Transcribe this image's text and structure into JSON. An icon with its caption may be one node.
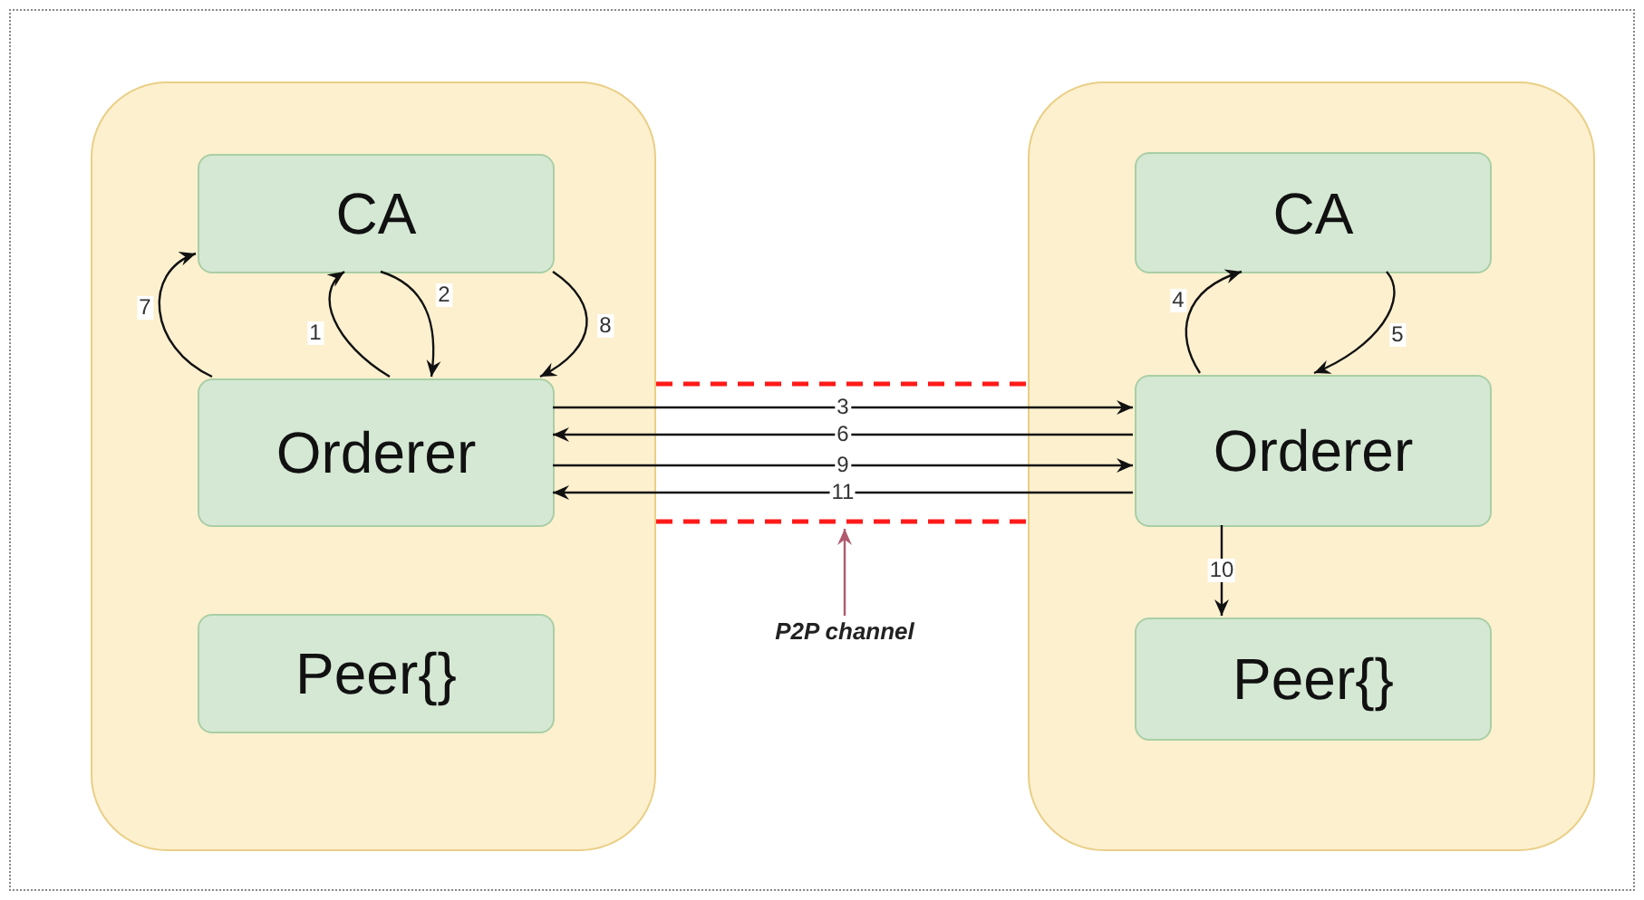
{
  "diagram": {
    "nodes": [
      {
        "text": [],
        "shape": "box"
      },
      {
        "text": [
          "CA"
        ],
        "in": 0
      },
      {
        "text": [
          "Orderer"
        ],
        "in": 0
      },
      {
        "text": [
          "Peer{}"
        ],
        "in": 0
      },
      {
        "text": [],
        "shape": "box"
      },
      {
        "text": [
          "CA"
        ],
        "in": 4
      },
      {
        "text": [
          "Orderer"
        ],
        "in": 4
      },
      {
        "text": [
          "Peer{}"
        ],
        "in": 4
      },
      {
        "text": [
          "P2P channel"
        ]
      }
    ],
    "edges": [
      {
        "from": 2,
        "to": 1,
        "arrow": "to",
        "label": "1"
      },
      {
        "from": 1,
        "to": 2,
        "arrow": "to",
        "label": "2"
      },
      {
        "from": 2,
        "to": 6,
        "arrow": "to",
        "label": "3"
      },
      {
        "from": 6,
        "to": 5,
        "arrow": "to",
        "label": "4"
      },
      {
        "from": 5,
        "to": 6,
        "arrow": "to",
        "label": "5"
      },
      {
        "from": 6,
        "to": 2,
        "arrow": "to",
        "label": "6"
      },
      {
        "from": 2,
        "to": 1,
        "arrow": "to",
        "label": "7"
      },
      {
        "from": 1,
        "to": 2,
        "arrow": "to",
        "label": "8"
      },
      {
        "from": 2,
        "to": 6,
        "arrow": "to",
        "label": "9"
      },
      {
        "from": 6,
        "to": 7,
        "arrow": "to",
        "label": "10"
      },
      {
        "from": 6,
        "to": 2,
        "arrow": "to",
        "label": "11"
      },
      {
        "from": 8,
        "to": null,
        "arrow": "to",
        "color": "#b05a6e"
      }
    ]
  }
}
